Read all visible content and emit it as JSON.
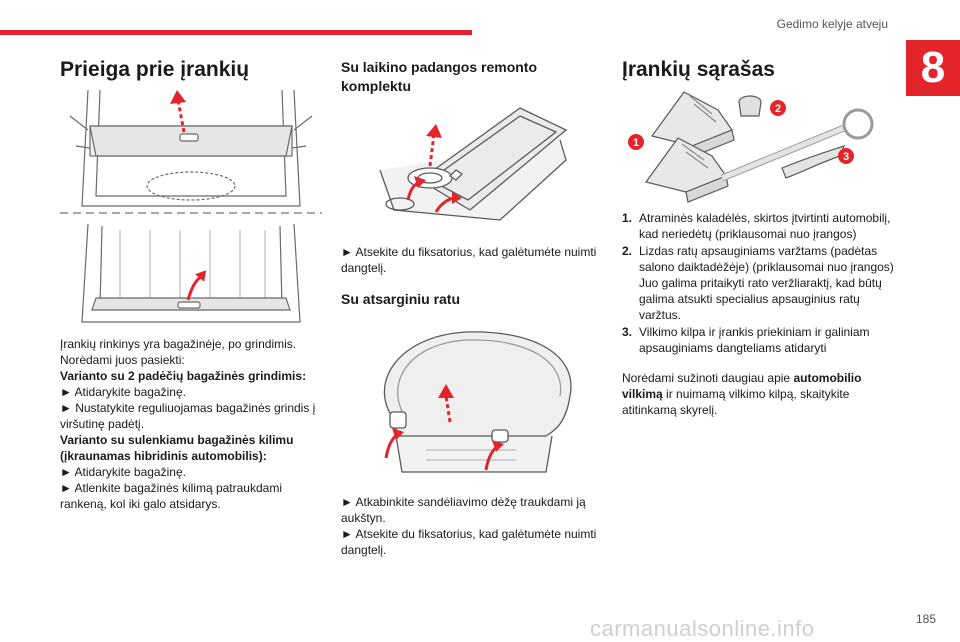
{
  "header": {
    "chapter_title": "Gedimo kelyje atveju",
    "chapter_number": "8"
  },
  "footer": {
    "page_number": "185",
    "watermark": "carmanualsonline.info"
  },
  "col1": {
    "title": "Prieiga prie įrankių",
    "p1": "Įrankių rinkinys yra bagažinėje, po grindimis.",
    "p2": "Norėdami juos pasiekti:",
    "h1": "Varianto su 2 padėčių bagažinės grindimis:",
    "s1": "► Atidarykite bagažinę.",
    "s2": "► Nustatykite reguliuojamas bagažinės grindis į viršutinę padėtį.",
    "h2": "Varianto su sulenkiamu bagažinės kilimu (įkraunamas hibridinis automobilis):",
    "s3": "► Atidarykite bagažinę.",
    "s4": "► Atlenkite bagažinės kilimą patraukdami rankeną, kol iki galo atsidarys."
  },
  "col2": {
    "title1": "Su laikino padangos remonto komplektu",
    "t1": "► Atsekite du fiksatorius, kad galėtumėte nuimti dangtelį.",
    "title2": "Su atsarginiu ratu",
    "t2": "► Atkabinkite sandėliavimo dėžę traukdami ją aukštyn.",
    "t3": "► Atsekite du fiksatorius, kad galėtumėte nuimti dangtelį."
  },
  "col3": {
    "title": "Įrankių sąrašas",
    "callouts": [
      "1",
      "2",
      "3"
    ],
    "items": [
      {
        "num": "1.",
        "lines": [
          "Atraminės kaladėlės, skirtos įtvirtinti automobilį, kad neriedėtų (priklausomai nuo įrangos)"
        ]
      },
      {
        "num": "2.",
        "lines": [
          "Lizdas ratų apsauginiams varžtams (padėtas salono daiktadėžėje) (priklausomai nuo įrangos)",
          "Juo galima pritaikyti rato veržliaraktį, kad būtų galima atsukti specialius apsauginius ratų varžtus."
        ]
      },
      {
        "num": "3.",
        "lines": [
          "Vilkimo kilpa ir įrankis priekiniam ir galiniam apsauginiams dangteliams atidaryti"
        ]
      }
    ],
    "note_pre": "Norėdami sužinoti daugiau apie ",
    "note_bold": "automobilio vilkimą",
    "note_post": " ir nuimamą vilkimo kilpą, skaitykite atitinkamą skyrelį."
  },
  "colors": {
    "accent": "#e3242b",
    "line": "#5a5a5a",
    "fill": "#efefef"
  }
}
